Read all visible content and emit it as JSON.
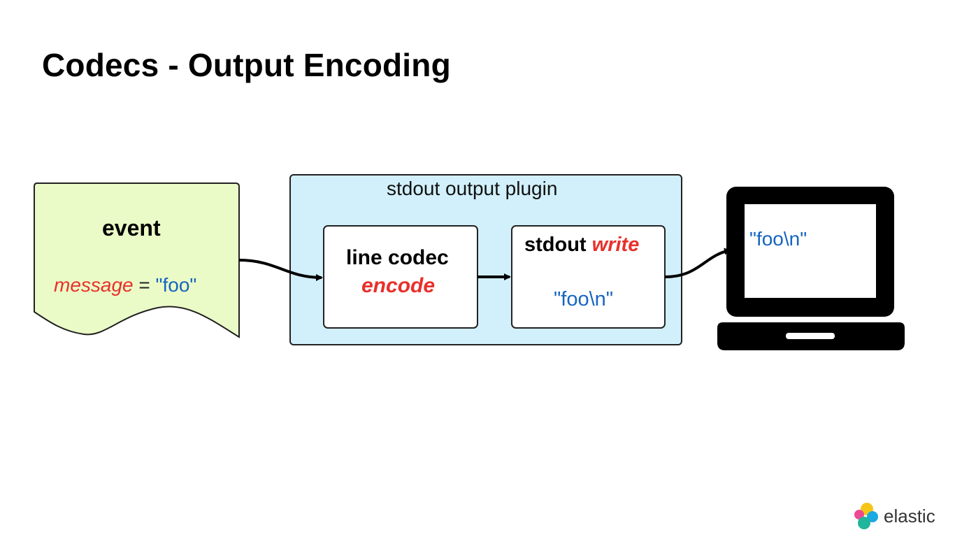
{
  "title": "Codecs - Output Encoding",
  "event": {
    "title": "event",
    "field": "message",
    "equals": "=",
    "value": "\"foo\""
  },
  "plugin": {
    "title": "stdout output plugin",
    "codec": {
      "name": "line codec",
      "action": "encode"
    },
    "writer": {
      "name": "stdout",
      "action": "write",
      "output": "\"foo\\n\""
    }
  },
  "terminal": {
    "output": "\"foo\\n\""
  },
  "brand": {
    "name": "elastic"
  },
  "colors": {
    "event_fill": "#ebfbc7",
    "plugin_fill": "#d2f0fb",
    "accent_red": "#e8302b",
    "value_blue": "#1565c0"
  }
}
